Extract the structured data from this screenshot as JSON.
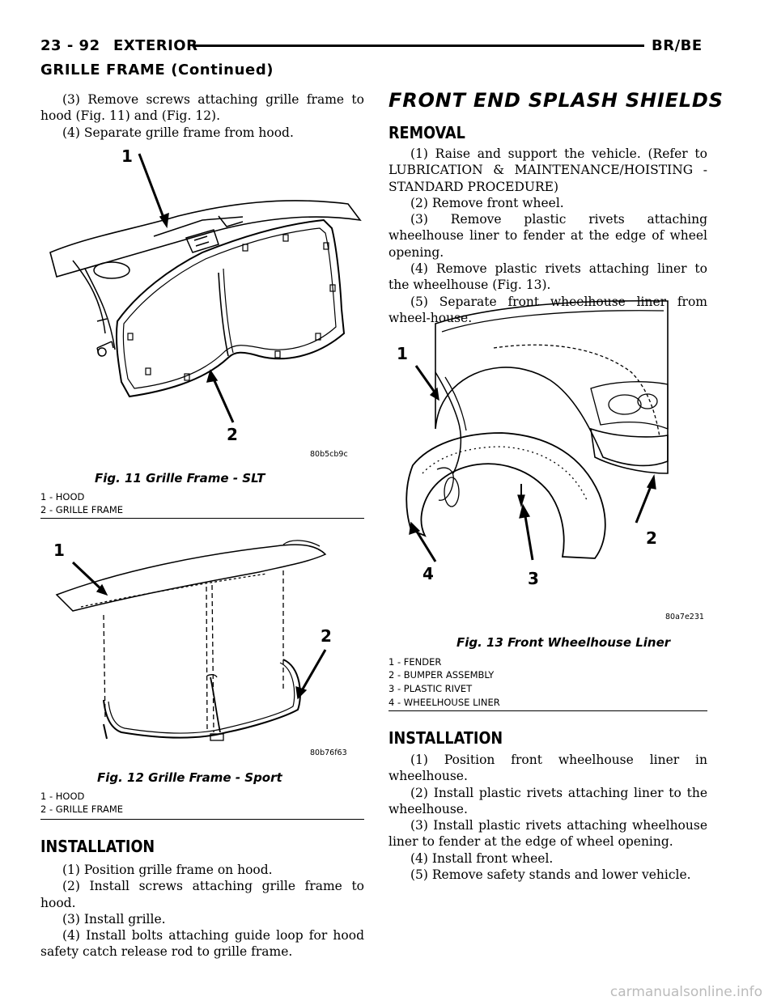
{
  "header": {
    "page": "23 - 92",
    "section": "EXTERIOR",
    "model": "BR/BE",
    "continued": "GRILLE FRAME (Continued)"
  },
  "left": {
    "steps_top": [
      "(3) Remove screws attaching grille frame to hood (Fig. 11) and (Fig. 12).",
      "(4) Separate grille frame from hood."
    ],
    "fig11": {
      "callouts": [
        "1",
        "2"
      ],
      "code": "80b5cb9c",
      "title": "Fig. 11 Grille Frame - SLT",
      "items": [
        "1 - HOOD",
        "2 - GRILLE FRAME"
      ]
    },
    "fig12": {
      "callouts": [
        "1",
        "2"
      ],
      "code": "80b76f63",
      "title": "Fig. 12 Grille Frame - Sport",
      "items": [
        "1 - HOOD",
        "2 - GRILLE FRAME"
      ]
    },
    "installation": {
      "heading": "INSTALLATION",
      "steps": [
        "(1) Position grille frame on hood.",
        "(2) Install screws attaching grille frame to hood.",
        "(3) Install grille.",
        "(4) Install bolts attaching guide loop for hood safety catch release rod to grille frame."
      ]
    }
  },
  "right": {
    "title": "FRONT END SPLASH SHIELDS",
    "removal": {
      "heading": "REMOVAL",
      "steps": [
        "(1) Raise and support the vehicle. (Refer to LUBRICATION & MAINTENANCE/HOISTING - STANDARD PROCEDURE)",
        "(2) Remove front wheel.",
        "(3) Remove plastic rivets attaching wheelhouse liner to fender at the edge of wheel opening.",
        "(4) Remove plastic rivets attaching liner to the wheelhouse (Fig. 13).",
        "(5) Separate front wheelhouse liner from wheel-house."
      ]
    },
    "fig13": {
      "callouts": [
        "1",
        "2",
        "3",
        "4"
      ],
      "code": "80a7e231",
      "title": "Fig. 13 Front Wheelhouse Liner",
      "items": [
        "1 - FENDER",
        "2 - BUMPER ASSEMBLY",
        "3 - PLASTIC RIVET",
        "4 - WHEELHOUSE LINER"
      ]
    },
    "installation": {
      "heading": "INSTALLATION",
      "steps": [
        "(1) Position front wheelhouse liner in wheelhouse.",
        "(2) Install plastic rivets attaching liner to the wheelhouse.",
        "(3) Install plastic rivets attaching wheelhouse liner to fender at the edge of wheel opening.",
        "(4) Install front wheel.",
        "(5) Remove safety stands and lower vehicle."
      ]
    }
  },
  "footer": "carmanualsonline.info"
}
